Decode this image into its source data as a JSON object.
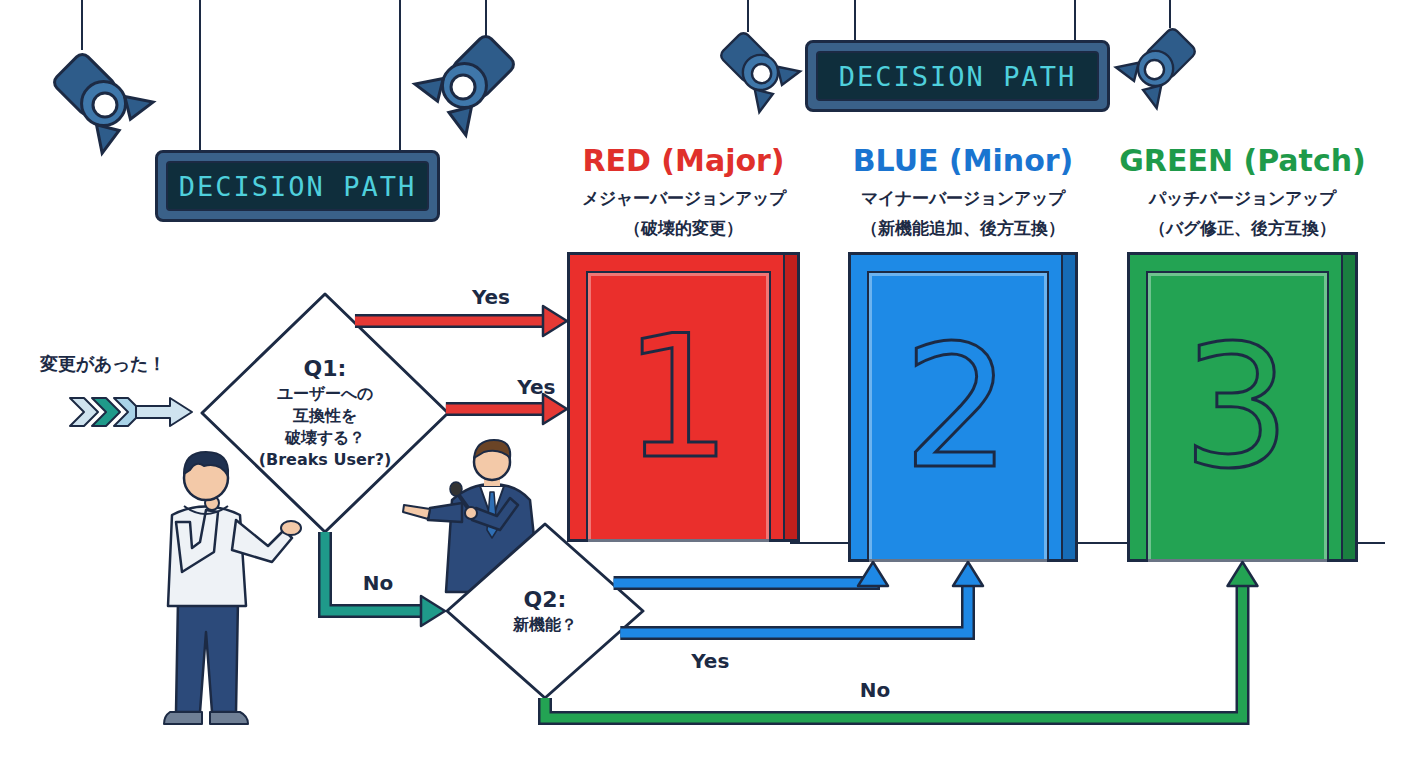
{
  "diagram": {
    "nodes": [
      {
        "text": [
          "DECISION PATH"
        ]
      },
      {
        "text": [
          "DECISION PATH"
        ]
      },
      {
        "text": [
          "Q1:",
          "ユーザーへの 互換性を 破壊する？ (Breaks User?)"
        ]
      },
      {
        "text": [
          "Q2:",
          "新機能？"
        ]
      },
      {
        "text": [
          "RED (Major)",
          "メジャーバージョンアップ （破壊的変更）",
          "1"
        ]
      },
      {
        "text": [
          "BLUE (Minor)",
          "マイナーバージョンアップ （新機能追加、後方互換）",
          "2"
        ]
      },
      {
        "text": [
          "GREEN (Patch)",
          "パッチバージョンアップ （バグ修正、後方互換）",
          "3"
        ]
      }
    ],
    "edges": [
      {
        "from": 2,
        "to": 4,
        "arrow": "to",
        "label": "Yes"
      },
      {
        "from": 2,
        "to": 4,
        "arrow": "to",
        "label": "Yes"
      },
      {
        "from": 2,
        "to": 3,
        "arrow": "to",
        "label": "No"
      },
      {
        "from": 3,
        "to": 5,
        "arrow": "to"
      },
      {
        "from": 3,
        "to": 5,
        "arrow": "to",
        "label": "Yes"
      },
      {
        "from": 3,
        "to": 6,
        "arrow": "to",
        "label": "No"
      }
    ],
    "labels": [
      "変更があった！"
    ]
  }
}
